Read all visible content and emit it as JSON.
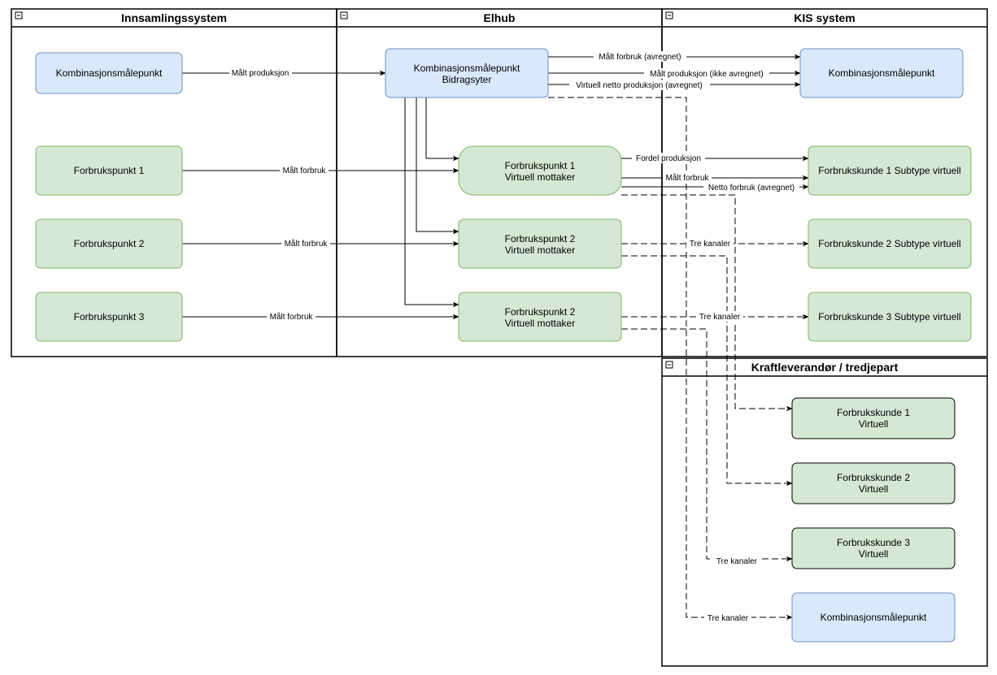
{
  "swimlanes": {
    "innsamling": "Innsamlingssystem",
    "elhub": "Elhub",
    "kis": "KIS system",
    "kraft": "Kraftleverandør / tredjepart"
  },
  "nodes": {
    "inn_komb": [
      "Kombinasjonsmålepunkt"
    ],
    "inn_fp1": [
      "Forbrukspunkt 1"
    ],
    "inn_fp2": [
      "Forbrukspunkt 2"
    ],
    "inn_fp3": [
      "Forbrukspunkt 3"
    ],
    "elhub_komb": [
      "Kombinasjonsmålepunkt",
      "Bidragsyter"
    ],
    "elhub_fp1": [
      "Forbrukspunkt 1",
      "Virtuell mottaker"
    ],
    "elhub_fp2": [
      "Forbrukspunkt 2",
      "Virtuell mottaker"
    ],
    "elhub_fp3": [
      "Forbrukspunkt 2",
      "Virtuell mottaker"
    ],
    "kis_komb": [
      "Kombinasjonsmålepunkt"
    ],
    "kis_fk1": [
      "Forbrukskunde 1 Subtype virtuell"
    ],
    "kis_fk2": [
      "Forbrukskunde 2 Subtype virtuell"
    ],
    "kis_fk3": [
      "Forbrukskunde 3 Subtype virtuell"
    ],
    "kraft_fk1": [
      "Forbrukskunde 1",
      "Virtuell"
    ],
    "kraft_fk2": [
      "Forbrukskunde 2",
      "Virtuell"
    ],
    "kraft_fk3": [
      "Forbrukskunde 3",
      "Virtuell"
    ],
    "kraft_komb": [
      "Kombinasjonsmålepunkt"
    ]
  },
  "edge_labels": {
    "malt_produksjon": "Målt produksjon",
    "malt_forbruk_1": "Målt forbruk",
    "malt_forbruk_2": "Målt forbruk",
    "malt_forbruk_3": "Målt forbruk",
    "malt_forbruk_avregnet": "Målt forbruk (avregnet)",
    "malt_produksjon_ikke_avregnet": "Målt produksjon (ikke avregnet)",
    "virtuell_netto_produksjon": "Virtuell netto produksjon (avregnet)",
    "fordel_produksjon": "Fordel produksjon",
    "malt_forbruk_fk1": "Målt forbruk",
    "netto_forbruk": "Netto forbruk (avregnet)",
    "tre_kanaler_fk2": "Tre kanaler",
    "tre_kanaler_fk3": "Tre kanaler",
    "tre_kanaler_kraft_fk3": "Tre kanaler",
    "tre_kanaler_kraft_komb": "Tre kanaler"
  },
  "colors": {
    "blue_fill": "#dae8fc",
    "blue_stroke": "#6c8ebf",
    "green_fill": "#d5e8d4",
    "green_stroke": "#82b366"
  }
}
